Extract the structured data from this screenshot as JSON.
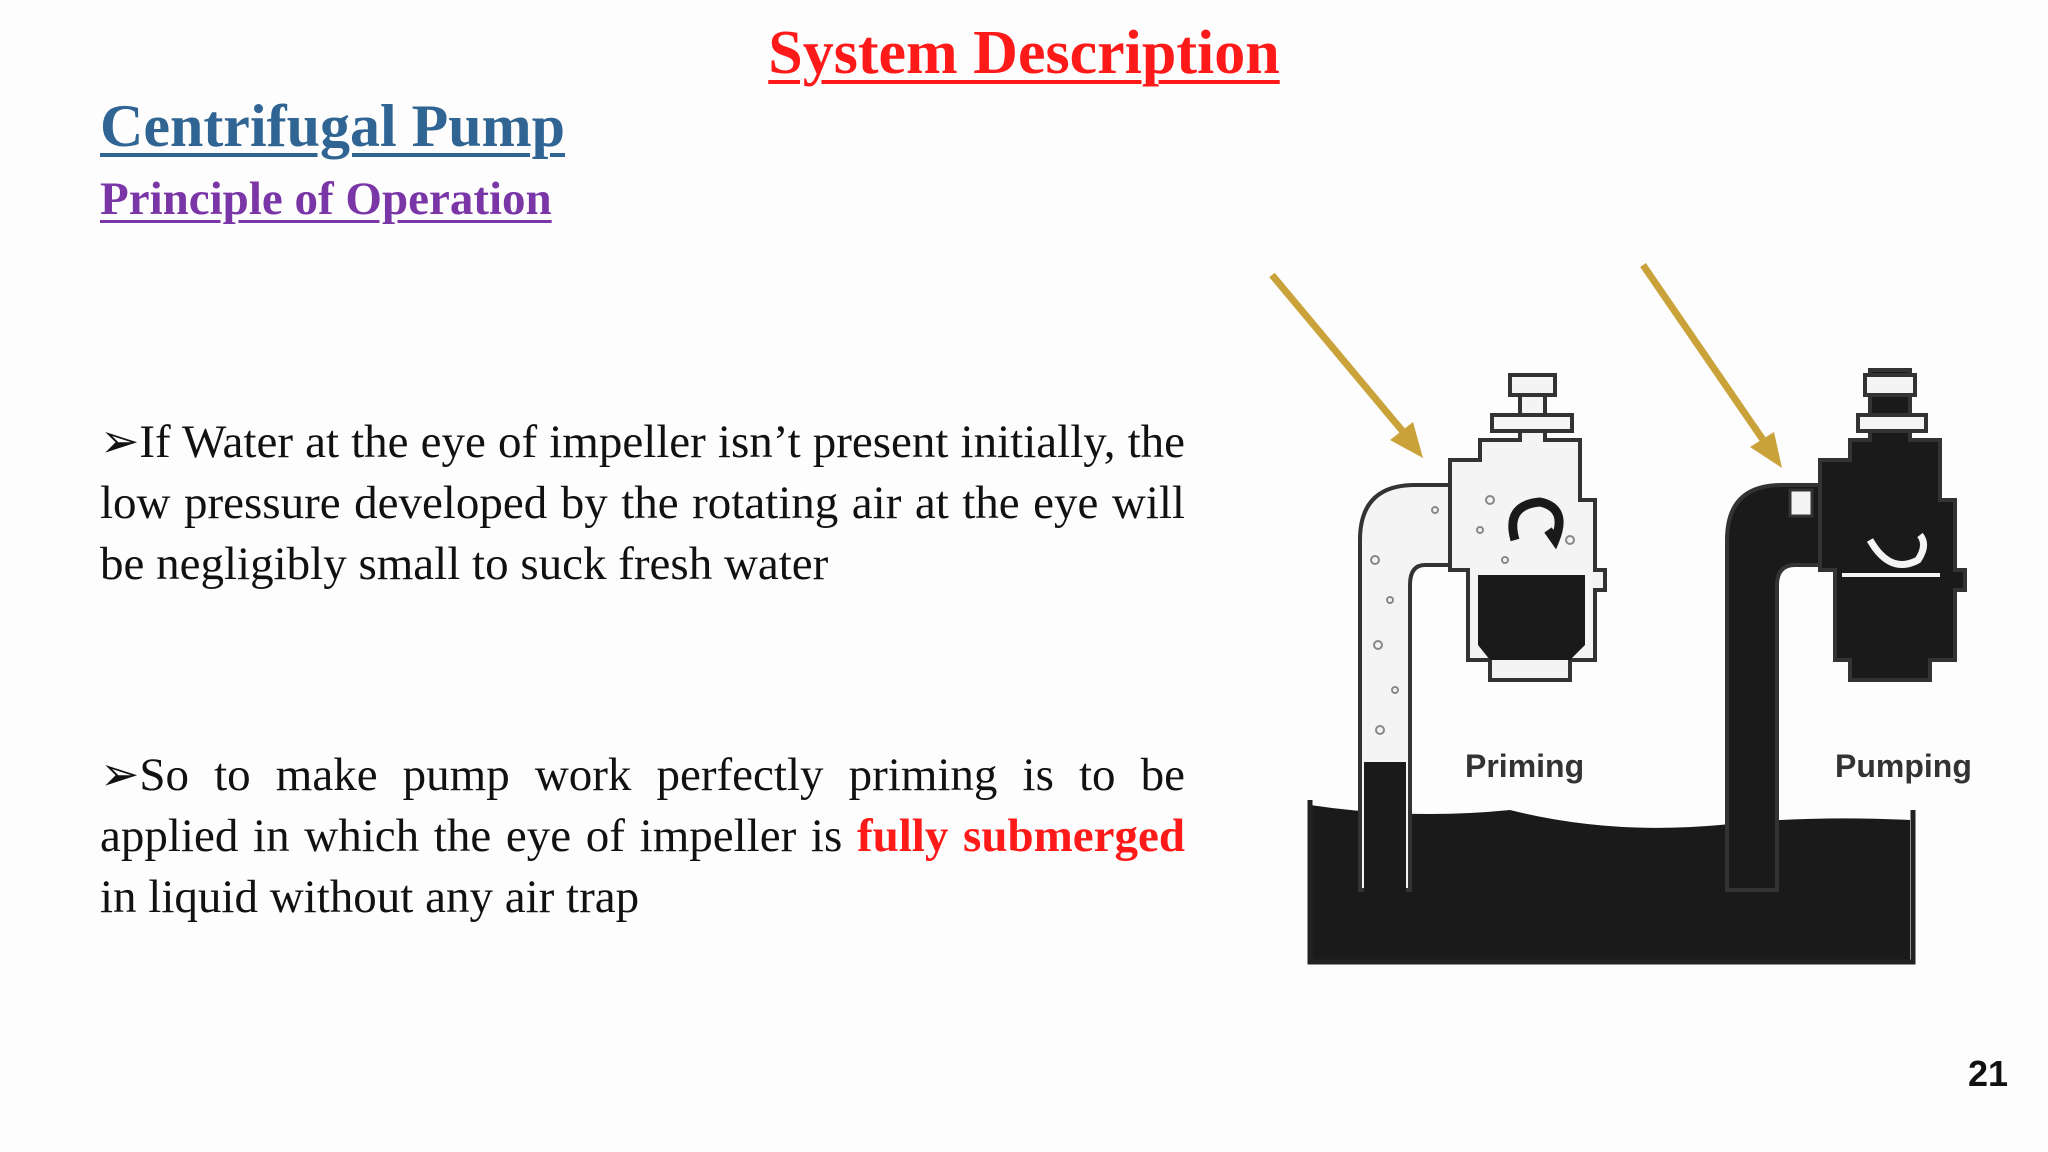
{
  "title": "System Description",
  "heading": "Centrifugal Pump",
  "subheading": "Principle of Operation",
  "bullets": [
    {
      "marker": "➢",
      "text": "If Water at the eye of impeller isn’t present initially, the low pressure developed by the rotating air at the eye will be negligibly small to suck fresh water"
    },
    {
      "marker": "➢",
      "text_before": "So to make pump work perfectly priming is to be applied in which the eye of impeller is ",
      "highlight": "fully submerged",
      "text_after": " in liquid without any air trap"
    }
  ],
  "figure": {
    "left_label": "Priming",
    "right_label": "Pumping",
    "arrow_color": "#c9a23a",
    "liquid_color": "#1a1a1a"
  },
  "page_number": "21"
}
